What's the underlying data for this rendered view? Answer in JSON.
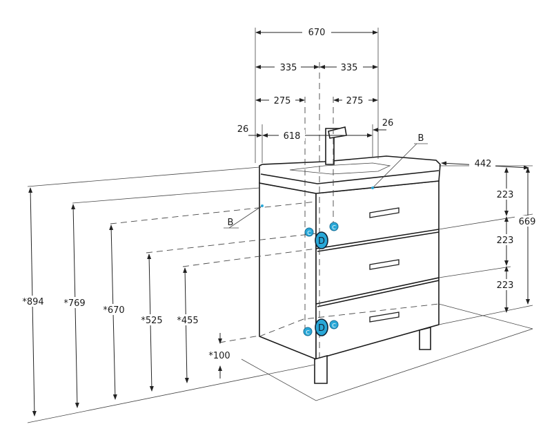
{
  "dimensions": {
    "total_width": "670",
    "half_left": "335",
    "half_right": "335",
    "inner_left": "275",
    "inner_right": "275",
    "offset_left": "26",
    "offset_right": "26",
    "basin_width": "618",
    "depth": "442",
    "drawer_1": "223",
    "drawer_2": "223",
    "drawer_3": "223",
    "front_height": "669",
    "height_894": "*894",
    "height_769": "*769",
    "height_670": "*670",
    "height_525": "*525",
    "height_455": "*455",
    "leg_height": "*100"
  },
  "labels": {
    "point_b_top": "B",
    "point_b_left": "B",
    "marker_d_upper": "D",
    "marker_d_lower": "D",
    "marker_c": "C"
  },
  "colors": {
    "marker_fill": "#29a8d8",
    "marker_dark": "#1b6f95",
    "line": "#222222"
  }
}
